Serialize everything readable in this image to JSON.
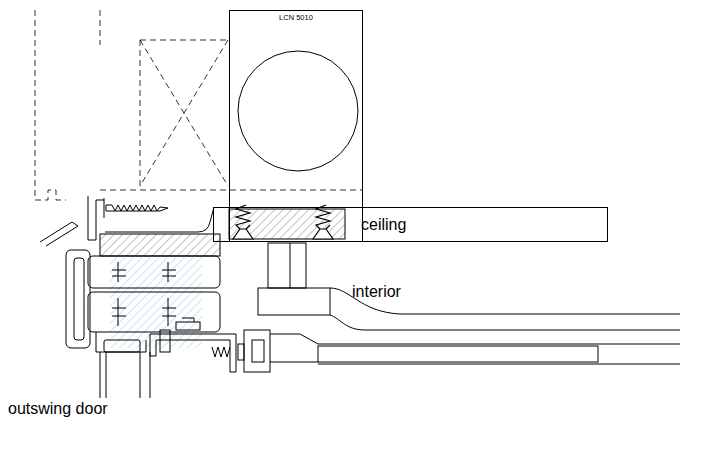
{
  "diagram": {
    "nodes": [
      {
        "text": [
          "LCN 5010"
        ]
      },
      {
        "text": [
          "ceiling"
        ]
      }
    ],
    "labels": [
      "interior",
      "outswing door"
    ]
  }
}
